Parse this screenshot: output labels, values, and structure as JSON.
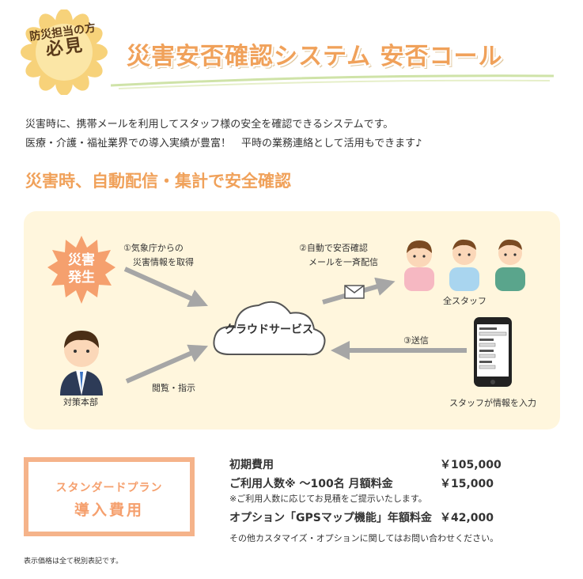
{
  "header": {
    "badge_line1": "防災担当の方",
    "badge_line2": "必見",
    "title": "災害安否確認システム 安否コール"
  },
  "intro": {
    "line1": "災害時に、携帯メールを利用してスタッフ様の安全を確認できるシステムです。",
    "line2": "医療・介護・福祉業界での導入実績が豊富！　平時の業務連絡として活用もできます♪"
  },
  "section_title": "災害時、自動配信・集計で安全確認",
  "diagram": {
    "disaster_badge": [
      "災害",
      "発生"
    ],
    "step1": [
      "①気象庁からの",
      "災害情報を取得"
    ],
    "step2": [
      "②自動で安否確認",
      "メールを一斉配信"
    ],
    "step3": "③送信",
    "cloud": "クラウドサービス",
    "all_staff": "全スタッフ",
    "hq": "対策本部",
    "browse": "閲覧・指示",
    "staff_input": "スタッフが情報を入力",
    "colors": {
      "panel": "#fff6dd",
      "accent": "#f0a15a",
      "arrow": "#a6a6a6",
      "burst": "#f5a06e"
    }
  },
  "pricing": {
    "plan_line1": "スタンダードプラン",
    "plan_line2": "導入費用",
    "rows": [
      {
        "label": "初期費用",
        "value": "￥105,000"
      },
      {
        "label": "ご利用人数※ ～100名 月額料金",
        "value": "￥15,000"
      },
      {
        "label": "オプション「GPSマップ機能」年額料金",
        "value": "￥42,000"
      }
    ],
    "row2_note": "※ご利用人数に応じてお見積をご提示いたします。",
    "other_note": "その他カスタマイズ・オプションに関してはお問い合わせください。"
  },
  "footnote": "表示価格は全て税別表記です。"
}
